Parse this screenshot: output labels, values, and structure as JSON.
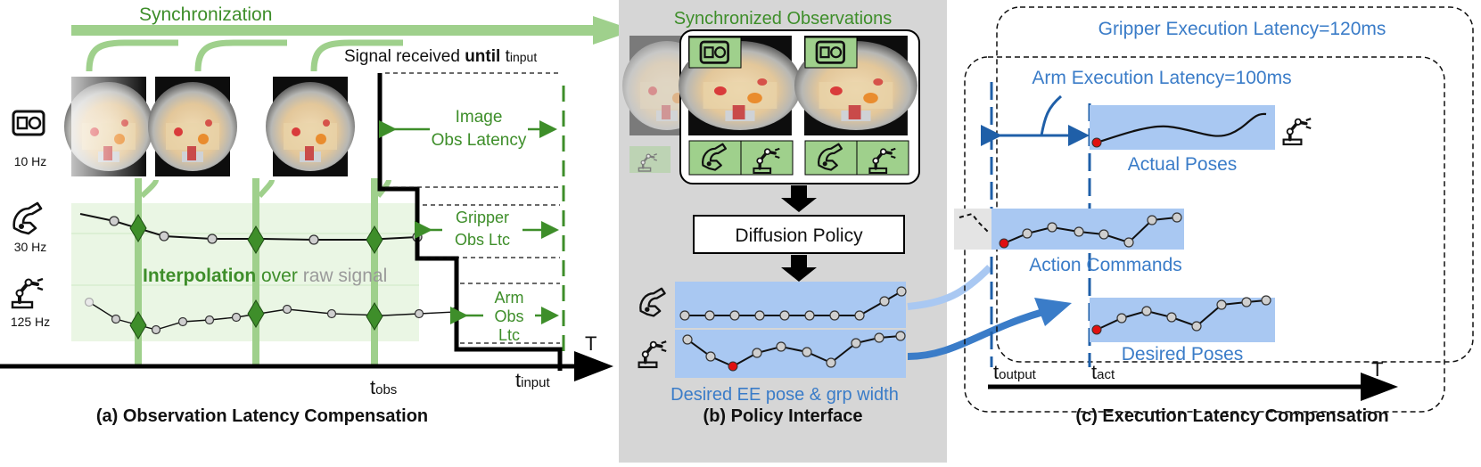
{
  "panel_a": {
    "sync_label": "Synchronization",
    "signal_received_prefix": "Signal received ",
    "signal_received_bold": "until",
    "signal_received_t": " t",
    "signal_received_sub": "input",
    "image_latency": [
      "Image",
      "Obs Latency"
    ],
    "gripper_latency": [
      "Gripper",
      "Obs Ltc"
    ],
    "arm_latency": [
      "Arm",
      "Obs",
      "Ltc"
    ],
    "interp_bold": "Interpolation",
    "interp_over": " over ",
    "interp_raw": "raw signal",
    "camera_rate": "10 Hz",
    "gripper_rate": "30 Hz",
    "arm_rate": "125 Hz",
    "t_obs": "t",
    "t_obs_sub": "obs",
    "t_input": "t",
    "t_input_sub": "input",
    "axis_label": "T",
    "caption": "(a) Observation Latency Compensation"
  },
  "panel_b": {
    "sync_obs": "Synchronized Observations",
    "policy": "Diffusion Policy",
    "desired": "Desired EE pose & grp width",
    "caption": "(b) Policy Interface"
  },
  "panel_c": {
    "gripper_exec": "Gripper Execution Latency=120ms",
    "arm_exec": "Arm Execution Latency=100ms",
    "actual": "Actual Poses",
    "commands": "Action Commands",
    "desired": "Desired Poses",
    "t_output": "t",
    "t_output_sub": "output",
    "t_act": "t",
    "t_act_sub": "act",
    "axis_label": "T",
    "caption": "(c) Execution Latency Compensation"
  },
  "colors": {
    "green": "#3e8e2a",
    "light_green": "#9fd08c",
    "blue": "#3a7cc8",
    "light_blue": "#a9c8f2",
    "panel_gray": "#d6d6d6",
    "red_point": "#e01010"
  }
}
